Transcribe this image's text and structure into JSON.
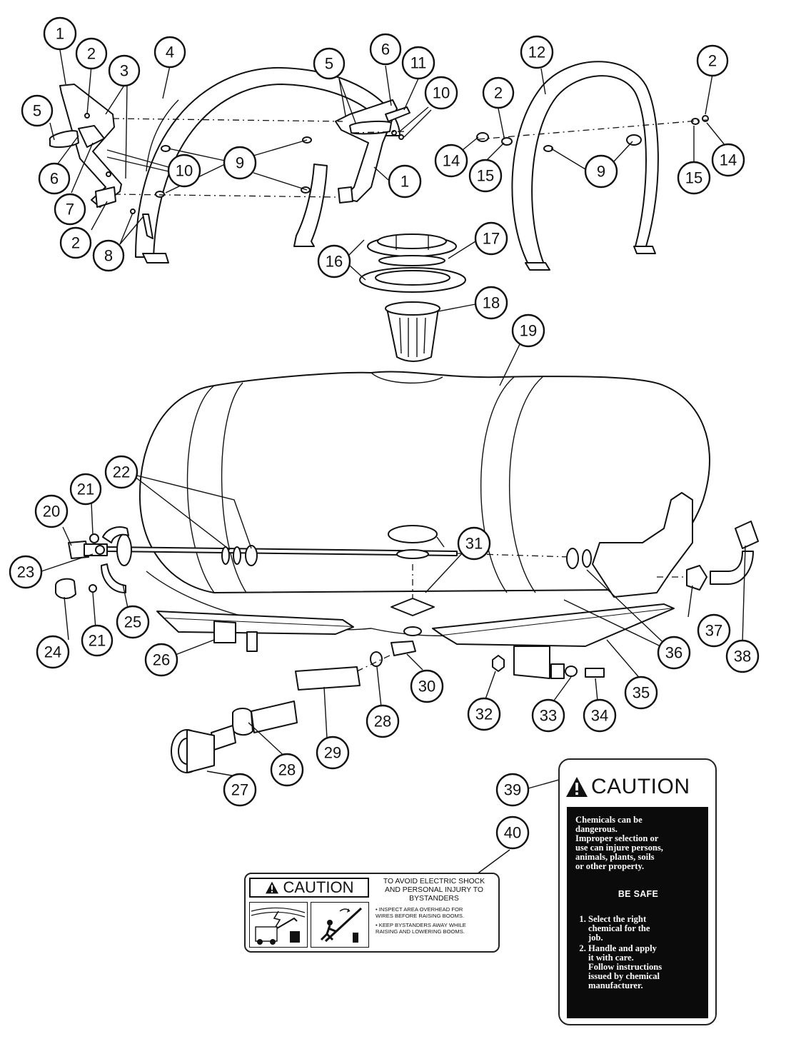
{
  "callouts": [
    "1",
    "2",
    "3",
    "4",
    "5",
    "6",
    "7",
    "8",
    "9",
    "10",
    "11",
    "12",
    "14",
    "15",
    "16",
    "17",
    "18",
    "19",
    "20",
    "21",
    "22",
    "23",
    "24",
    "25",
    "26",
    "27",
    "28",
    "29",
    "30",
    "31",
    "32",
    "33",
    "34",
    "35",
    "36",
    "37",
    "38",
    "39",
    "40"
  ],
  "label_39": {
    "header": "CAUTION",
    "warning": "Chemicals can be\ndangerous.\nImproper selection or\nuse can injure persons,\nanimals, plants, soils\nor other property.",
    "be_safe": "BE SAFE",
    "steps": [
      "Select the right\nchemical for the\njob.",
      "Handle and apply\nit with care.\nFollow instructions\nissued by chemical\nmanufacturer."
    ]
  },
  "label_40": {
    "header": "CAUTION",
    "heading": "TO AVOID ELECTRIC SHOCK\nAND PERSONAL INJURY TO\nBYSTANDERS",
    "items": [
      "• INSPECT AREA OVERHEAD FOR\n   WIRES BEFORE RAISING BOOMS.",
      "• KEEP BYSTANDERS AWAY WHILE\n   RAISING AND LOWERING BOOMS."
    ]
  }
}
